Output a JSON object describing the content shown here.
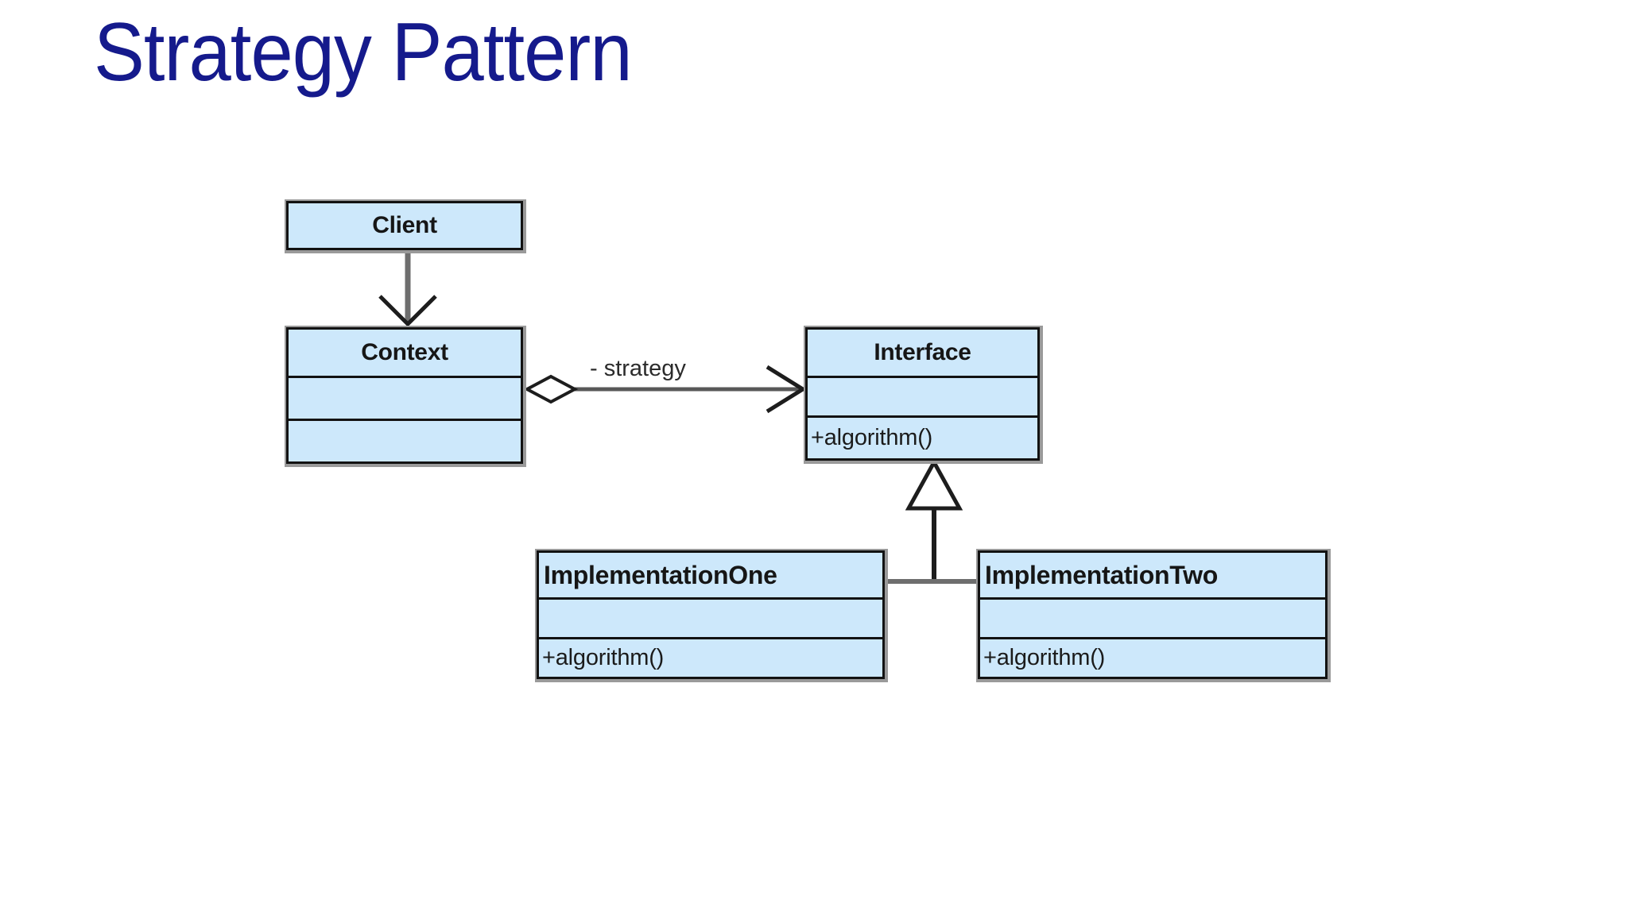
{
  "slide": {
    "title": "Strategy Pattern",
    "title_color": "#151a8c",
    "background_color": "#ffffff"
  },
  "diagram": {
    "type": "uml-class-diagram",
    "box_fill_color": "#cde8fb",
    "box_border_color": "#121212",
    "shadow_color": "#9a9a9a",
    "classes": [
      {
        "id": "client",
        "name": "Client",
        "name_align": "center",
        "compartments": [
          "Client"
        ],
        "attributes": [],
        "operations": []
      },
      {
        "id": "context",
        "name": "Context",
        "name_align": "center",
        "compartments": [
          "Context",
          "",
          ""
        ],
        "attributes": [],
        "operations": []
      },
      {
        "id": "interface",
        "name": "Interface",
        "name_align": "center",
        "compartments": [
          "Interface",
          "",
          "+algorithm()"
        ],
        "attributes": [],
        "operations": [
          "+algorithm()"
        ]
      },
      {
        "id": "implementation-one",
        "name": "ImplementationOne",
        "name_align": "left",
        "compartments": [
          "ImplementationOne",
          "",
          "+algorithm()"
        ],
        "attributes": [],
        "operations": [
          "+algorithm()"
        ]
      },
      {
        "id": "implementation-two",
        "name": "ImplementationTwo",
        "name_align": "left",
        "compartments": [
          "ImplementationTwo",
          "",
          "+algorithm()"
        ],
        "attributes": [],
        "operations": [
          "+algorithm()"
        ]
      }
    ],
    "relationships": [
      {
        "id": "client-to-context",
        "from": "Client",
        "to": "Context",
        "kind": "association-open-arrow",
        "label": ""
      },
      {
        "id": "context-to-interface",
        "from": "Context",
        "to": "Interface",
        "kind": "aggregation",
        "label": "- strategy"
      },
      {
        "id": "implementation-one-to-interface",
        "from": "ImplementationOne",
        "to": "Interface",
        "kind": "generalization",
        "label": ""
      },
      {
        "id": "implementation-two-to-interface",
        "from": "ImplementationTwo",
        "to": "Interface",
        "kind": "generalization",
        "label": ""
      }
    ]
  }
}
